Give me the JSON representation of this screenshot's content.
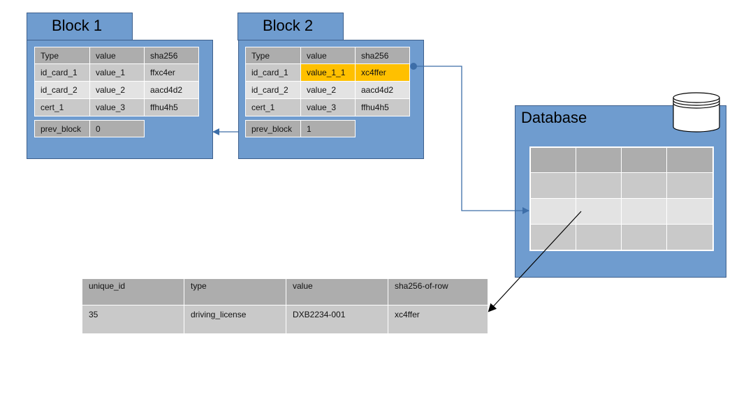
{
  "blocks": [
    {
      "title": "Block 1",
      "header": [
        "Type",
        "value",
        "sha256"
      ],
      "rows": [
        [
          "id_card_1",
          "value_1",
          "ffxc4er"
        ],
        [
          "id_card_2",
          "value_2",
          "aacd4d2"
        ],
        [
          "cert_1",
          "value_3",
          "ffhu4h5"
        ]
      ],
      "prev_label": "prev_block",
      "prev_value": "0"
    },
    {
      "title": "Block 2",
      "header": [
        "Type",
        "value",
        "sha256"
      ],
      "rows": [
        [
          "id_card_1",
          "value_1_1",
          "xc4ffer"
        ],
        [
          "id_card_2",
          "value_2",
          "aacd4d2"
        ],
        [
          "cert_1",
          "value_3",
          "ffhu4h5"
        ]
      ],
      "prev_label": "prev_block",
      "prev_value": "1"
    }
  ],
  "database": {
    "title": "Database"
  },
  "record_table": {
    "header": [
      "unique_id",
      "type",
      "value",
      "sha256-of-row"
    ],
    "row": [
      "35",
      "driving_license",
      "DXB2234-001",
      "xc4ffer"
    ]
  },
  "colors": {
    "block_fill": "#6f9ccf",
    "block_border": "#3d5f8c",
    "highlight": "#ffc000",
    "connector": "#3d6ea8"
  }
}
